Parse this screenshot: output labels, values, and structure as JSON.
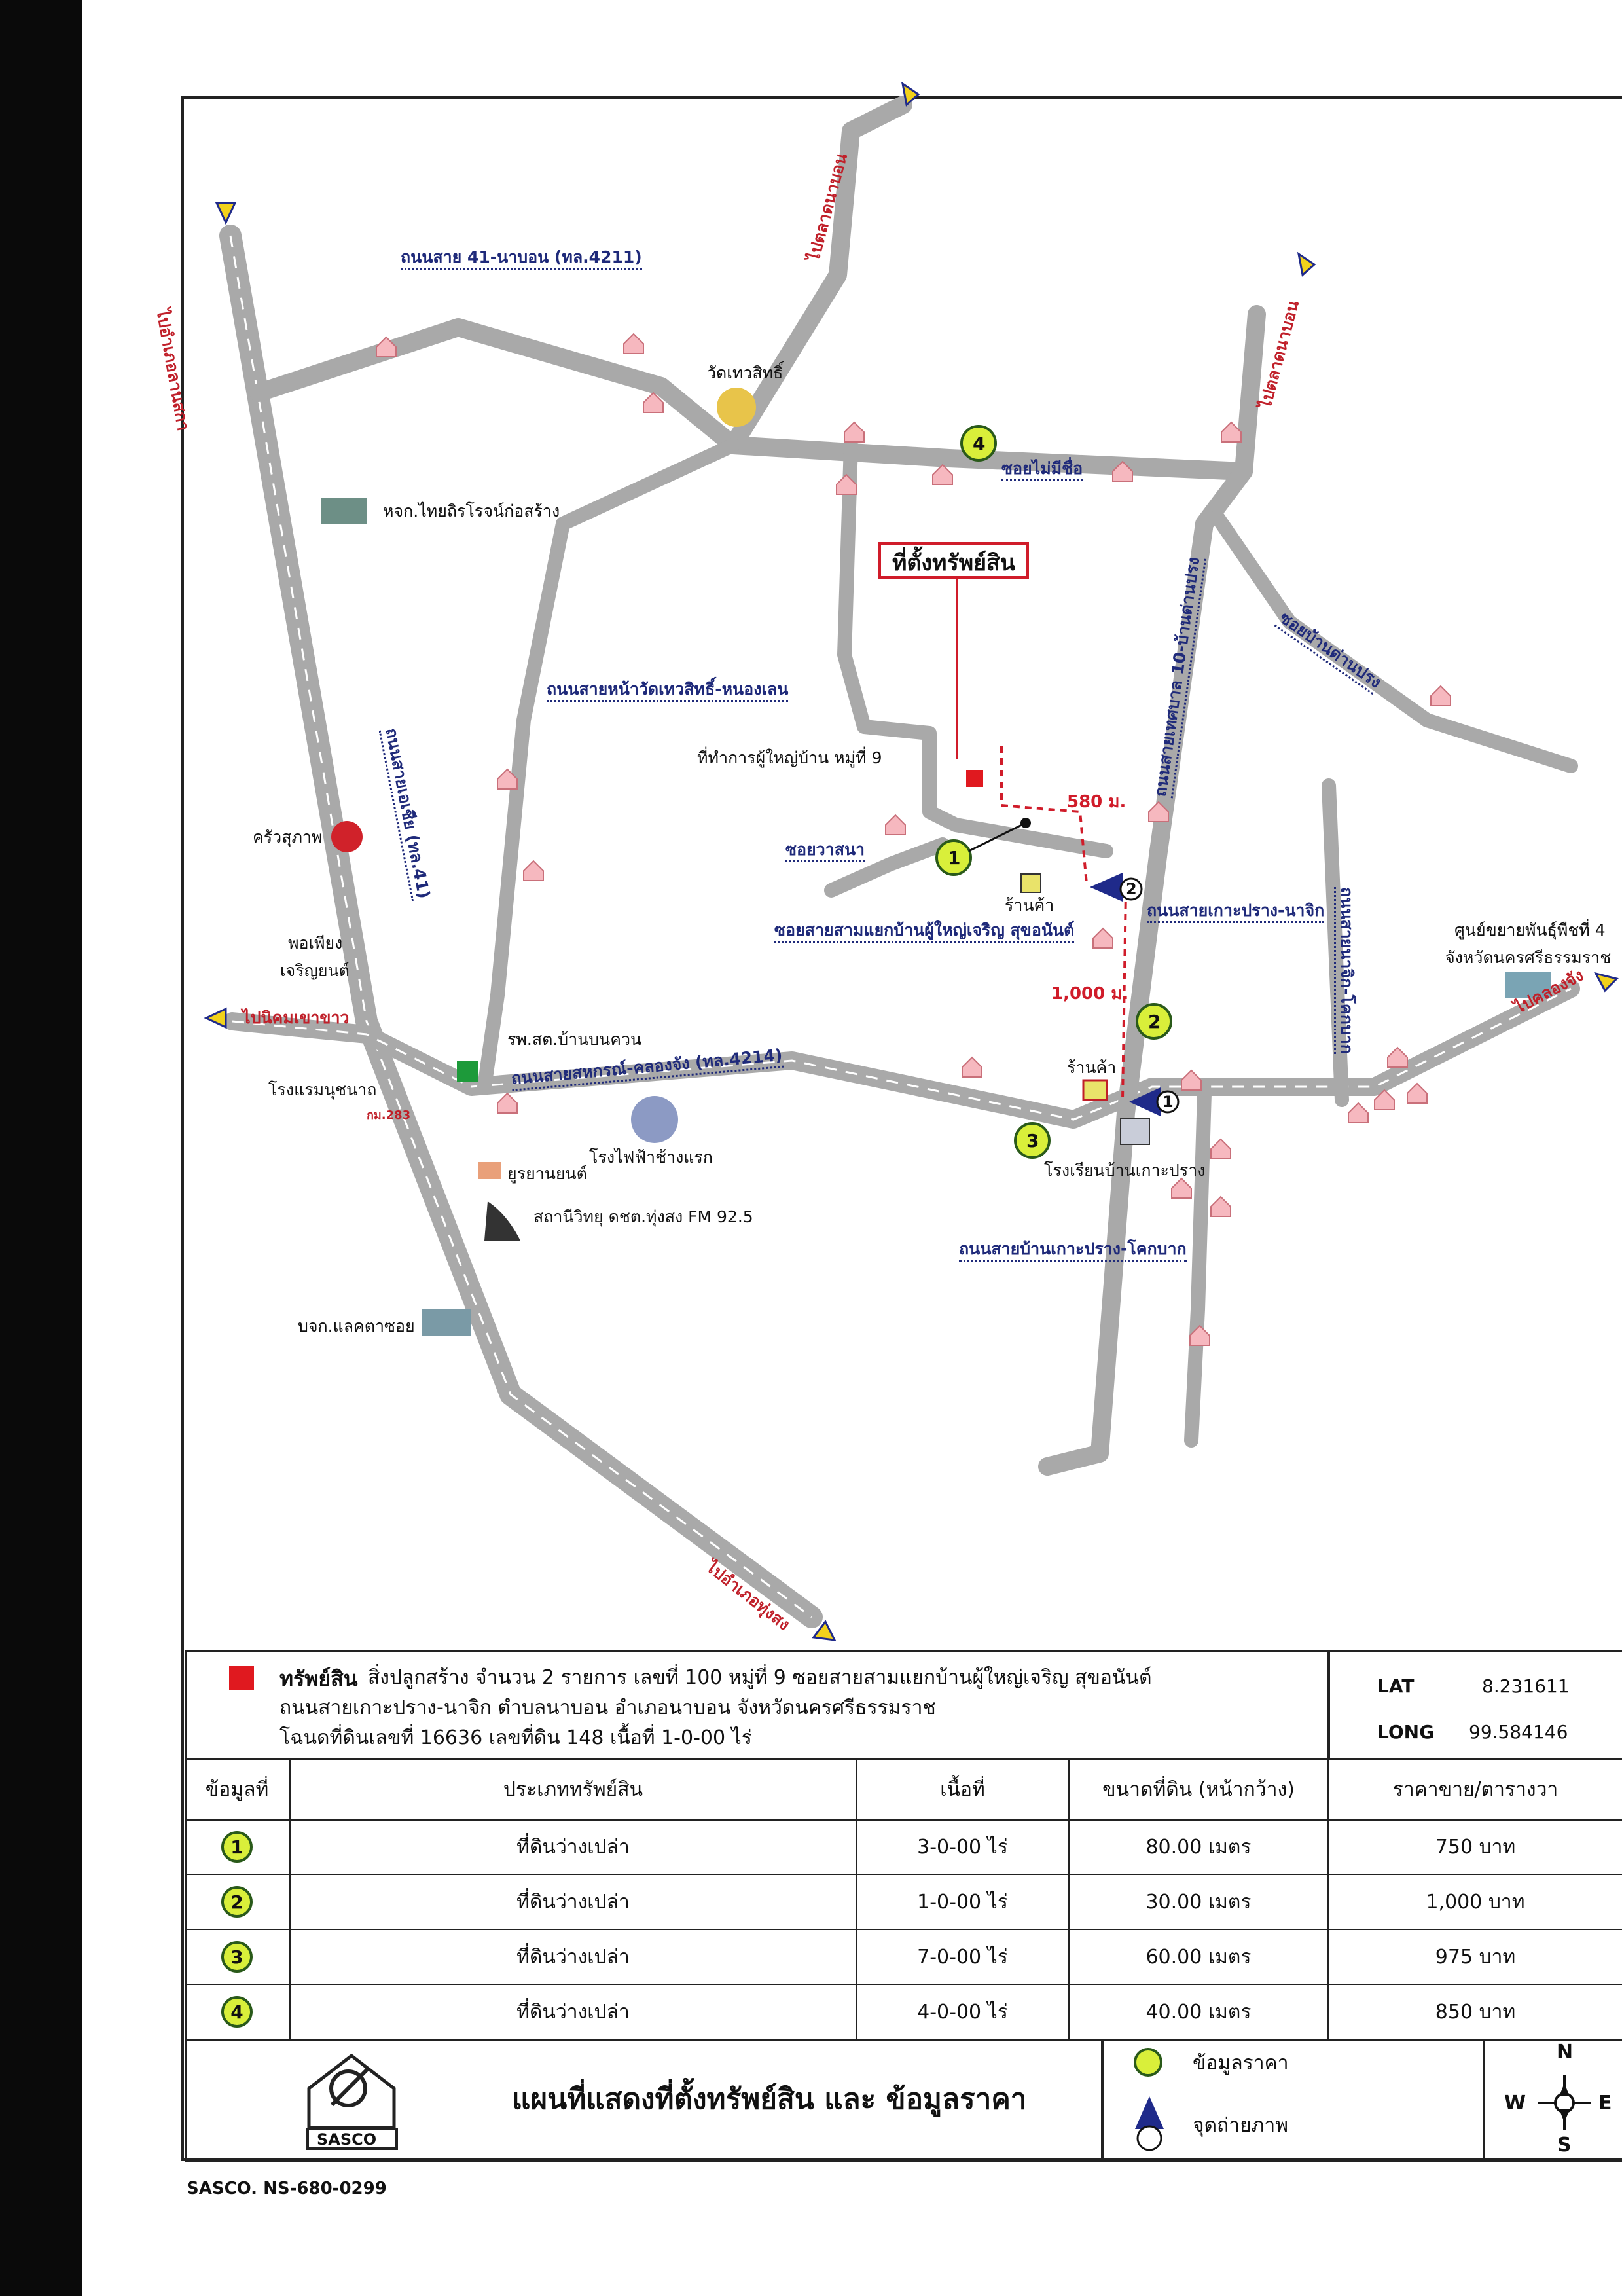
{
  "map": {
    "directions": {
      "north_left": "ไปอำเภอลานสกา",
      "north_top": "ไปตลาดนาบอน",
      "north_right": "ไปตลาดนาบอน",
      "west": "ไปนิคมเขาขาว",
      "east": "ไปคลองจัง",
      "south": "ไปอำเภอทุ่งสง"
    },
    "roads": {
      "r41_nabon": "ถนนสาย 41-นาบอน (ทล.4211)",
      "wat_nonglen": "ถนนสายหน้าวัดเทวสิทธิ์-หนองเลน",
      "hwy41": "ถนนสายเอเชีย (ทล.41)",
      "sahakorn": "ถนนสายสหกรณ์-คลองจัง (ทล.4214)",
      "soi_no_name": "ซอยไม่มีชื่อ",
      "soi_ban_dan_prong": "ซอยบ้านด่านปรง",
      "tessaban10": "ถนนสายเทศบาล 10-บ้านด่านปรง",
      "soi_wasana": "ซอยวาสนา",
      "soi_saensamyaek": "ซอยสายสามแยกบ้านผู้ใหญ่เจริญ สุขอนันต์",
      "kohprang_najik": "ถนนสายเกาะปราง-นาจิก",
      "najik_khokbak": "ถนนสายนาจิก-โคกบาก",
      "kohprang_khokbak": "ถนนสายบ้านเกาะปราง-โคกบาก"
    },
    "places": {
      "wat": "วัดเทวสิทธิ์",
      "thaithiro": "หจก.ไทยถิรโรจน์ก่อสร้าง",
      "phuyaiban": "ที่ทำการผู้ใหญ่บ้าน หมู่ที่ 9",
      "kruasuphap": "ครัวสุภาพ",
      "phopiang1": "พอเพียง",
      "phopiang2": "เจริญยนต์",
      "rpsot": "รพ.สต.บ้านบนควน",
      "hotel": "โรงแรมนุชนาถ",
      "km": "กม.283",
      "power": "โรงไฟฟ้าช้างแรก",
      "eurasian": "ยูรยานยนต์",
      "radio": "สถานีวิทยุ ดชต.ทุ่งสง FM 92.5",
      "lacta": "บจก.แลคตาซอย",
      "shop1": "ร้านค้า",
      "shop2": "ร้านค้า",
      "school": "โรงเรียนบ้านเกาะปราง",
      "seed1": "ศูนย์ขยายพันธุ์พืชที่ 4",
      "seed2": "จังหวัดนครศรีธรรมราช"
    },
    "property_label": "ที่ตั้งทรัพย์สิน",
    "distances": {
      "d580": "580 ม.",
      "d1000": "1,000 ม."
    },
    "markers": {
      "m1": "1",
      "m2": "2",
      "m3": "3",
      "m4": "4",
      "c1": "1",
      "c2": "2"
    }
  },
  "property": {
    "title": "ทรัพย์สิน",
    "line1": "สิ่งปลูกสร้าง จำนวน 2 รายการ  เลขที่ 100 หมู่ที่ 9 ซอยสายสามแยกบ้านผู้ใหญ่เจริญ สุขอนันต์",
    "line2": "ถนนสายเกาะปราง-นาจิก ตำบลนาบอน อำเภอนาบอน จังหวัดนครศรีธรรมราช",
    "line3": "โฉนดที่ดินเลขที่ 16636 เลขที่ดิน 148  เนื้อที่ 1-0-00 ไร่",
    "lat_label": "LAT",
    "lat": "8.231611",
    "long_label": "LONG",
    "long": "99.584146",
    "marker_color": "#e0191f"
  },
  "table": {
    "headers": [
      "ข้อมูลที่",
      "ประเภททรัพย์สิน",
      "เนื้อที่",
      "ขนาดที่ดิน (หน้ากว้าง)",
      "ราคาขาย/ตารางวา"
    ],
    "rows": [
      {
        "no": "1",
        "type": "ที่ดินว่างเปล่า",
        "area": "3-0-00 ไร่",
        "width": "80.00 เมตร",
        "price": "750 บาท"
      },
      {
        "no": "2",
        "type": "ที่ดินว่างเปล่า",
        "area": "1-0-00 ไร่",
        "width": "30.00 เมตร",
        "price": "1,000 บาท"
      },
      {
        "no": "3",
        "type": "ที่ดินว่างเปล่า",
        "area": "7-0-00 ไร่",
        "width": "60.00 เมตร",
        "price": "975 บาท"
      },
      {
        "no": "4",
        "type": "ที่ดินว่างเปล่า",
        "area": "4-0-00 ไร่",
        "width": "40.00 เมตร",
        "price": "850 บาท"
      }
    ]
  },
  "legend": {
    "title": "แผนที่แสดงที่ตั้งทรัพย์สิน และ ข้อมูลราคา",
    "logo_text": "SASCO",
    "price_info": "ข้อมูลราคา",
    "photo_point": "จุดถ่ายภาพ",
    "compass": {
      "n": "N",
      "s": "S",
      "e": "E",
      "w": "W"
    },
    "colors": {
      "price_marker": "#d9ef3a",
      "photo_marker": "#1f2a8a"
    }
  },
  "footer": {
    "code": "SASCO. NS-680-0299"
  }
}
